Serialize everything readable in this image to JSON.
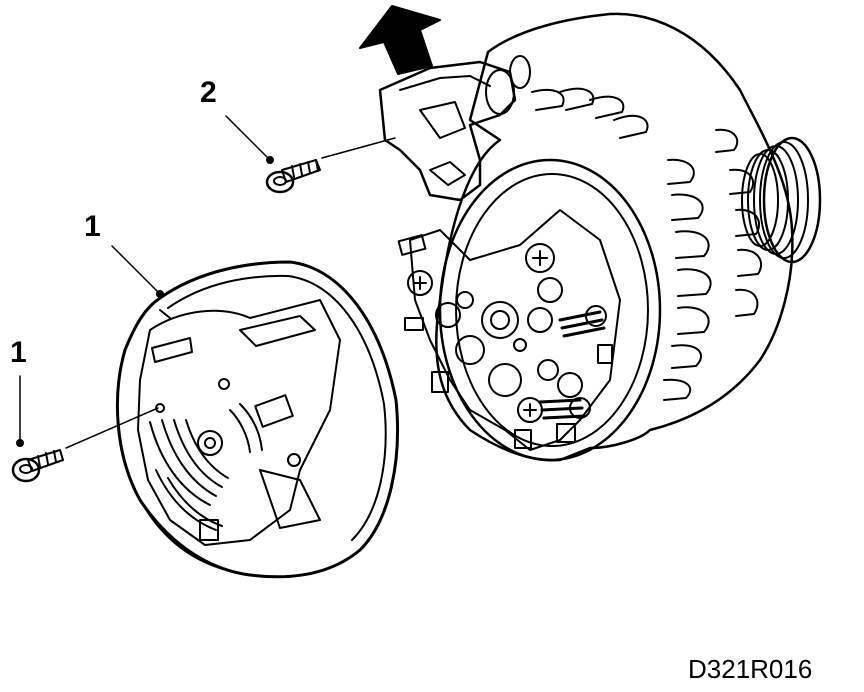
{
  "callouts": {
    "cover_label": "1",
    "screw_label": "1",
    "regulator_label": "2"
  },
  "figure_id": "D321R016",
  "colors": {
    "ink": "#000000",
    "paper": "#ffffff"
  },
  "icons": {
    "direction_arrow": "arrow-up-icon"
  }
}
